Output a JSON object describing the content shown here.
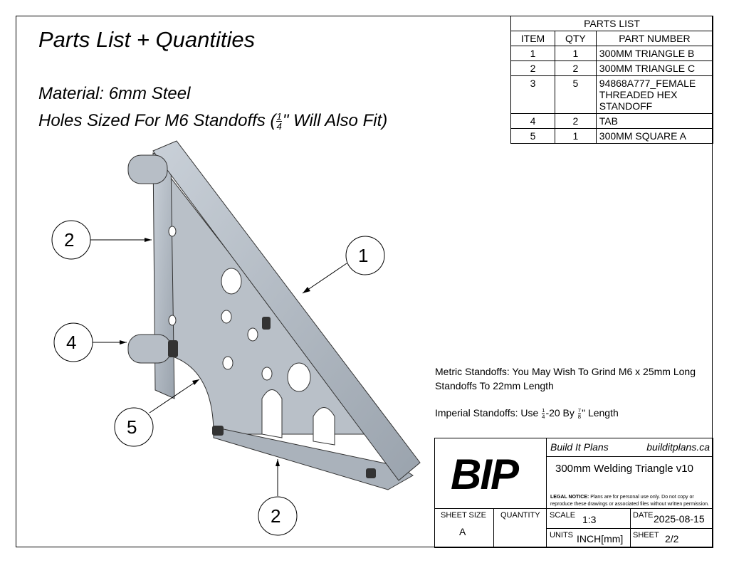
{
  "heading": "Parts List + Quantities",
  "material": "Material: 6mm Steel",
  "holes": {
    "before": "Holes Sized For M6 Standoffs (",
    "num": "1",
    "den": "4",
    "after": "\" Will Also Fit)"
  },
  "parts_list": {
    "title": "PARTS LIST",
    "headers": [
      "ITEM",
      "QTY",
      "PART NUMBER"
    ],
    "rows": [
      {
        "item": "1",
        "qty": "1",
        "part": "300MM TRIANGLE B"
      },
      {
        "item": "2",
        "qty": "2",
        "part": "300MM TRIANGLE C"
      },
      {
        "item": "3",
        "qty": "5",
        "part": "94868A777_FEMALE THREADED HEX STANDOFF"
      },
      {
        "item": "4",
        "qty": "2",
        "part": "TAB"
      },
      {
        "item": "5",
        "qty": "1",
        "part": "300MM SQUARE A"
      }
    ]
  },
  "notes": {
    "metric": "Metric Standoffs: You May Wish To Grind M6 x 25mm Long Standoffs To 22mm Length",
    "imperial": {
      "before": "Imperial Standoffs: Use ",
      "n1": "1",
      "d1": "4",
      "mid": "-20 By ",
      "n2": "7",
      "d2": "8",
      "after": "\" Length"
    }
  },
  "balloons": [
    "2",
    "1",
    "4",
    "5",
    "2"
  ],
  "title_block": {
    "logo": "BIP",
    "company": "Build It Plans",
    "website": "builditplans.ca",
    "drawing_title": "300mm Welding Triangle v10",
    "legal_label": "LEGAL NOTICE:",
    "legal_text": " Plans are for personal use only. Do not copy or reproduce these drawings or associated files without written permission.",
    "sheet_size_label": "SHEET SIZE",
    "sheet_size": "A",
    "quantity_label": "QUANTITY",
    "scale_label": "SCALE",
    "scale": "1:3",
    "date_label": "DATE",
    "date": "2025-08-15",
    "units_label": "UNITS",
    "units": "INCH[mm]",
    "sheet_label": "SHEET",
    "sheet": "2/2"
  }
}
